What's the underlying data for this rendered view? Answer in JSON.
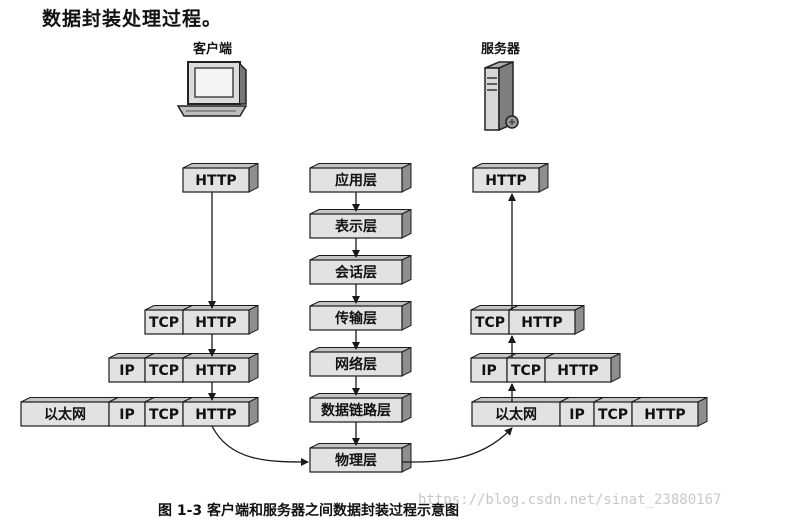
{
  "heading": "数据封装处理过程。",
  "client": {
    "label": "客户端"
  },
  "server": {
    "label": "服务器"
  },
  "osi_layers": [
    "应用层",
    "表示层",
    "会话层",
    "传输层",
    "网络层",
    "数据链路层",
    "物理层"
  ],
  "client_stack": {
    "application": [
      "HTTP"
    ],
    "transport": [
      "TCP",
      "HTTP"
    ],
    "network": [
      "IP",
      "TCP",
      "HTTP"
    ],
    "link": [
      "以太网",
      "IP",
      "TCP",
      "HTTP"
    ]
  },
  "server_stack": {
    "application": [
      "HTTP"
    ],
    "transport": [
      "TCP",
      "HTTP"
    ],
    "network": [
      "IP",
      "TCP",
      "HTTP"
    ],
    "link": [
      "以太网",
      "IP",
      "TCP",
      "HTTP"
    ]
  },
  "caption": "图 1-3   客户端和服务器之间数据封装过程示意图",
  "watermark": "https://blog.csdn.net/sinat_23880167",
  "colors": {
    "box_face": "#e2e2e2",
    "box_side": "#8f8f8f",
    "box_top": "#c4c4c4",
    "stroke": "#1a1a1a"
  }
}
